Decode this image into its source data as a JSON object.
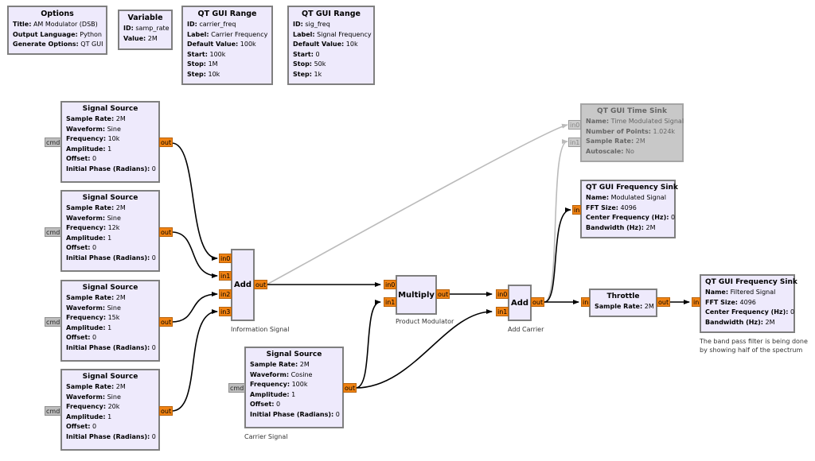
{
  "variables": {
    "options": {
      "title": "Options",
      "params": [
        [
          "Title:",
          "AM Modulator (DSB)"
        ],
        [
          "Output Language:",
          "Python"
        ],
        [
          "Generate Options:",
          "QT GUI"
        ]
      ]
    },
    "samp_rate": {
      "title": "Variable",
      "params": [
        [
          "ID:",
          "samp_rate"
        ],
        [
          "Value:",
          "2M"
        ]
      ]
    },
    "carrier_range": {
      "title": "QT GUI Range",
      "params": [
        [
          "ID:",
          "carrier_freq"
        ],
        [
          "Label:",
          "Carrier Frequency"
        ],
        [
          "Default Value:",
          "100k"
        ],
        [
          "Start:",
          "100k"
        ],
        [
          "Stop:",
          "1M"
        ],
        [
          "Step:",
          "10k"
        ]
      ]
    },
    "sig_range": {
      "title": "QT GUI Range",
      "params": [
        [
          "ID:",
          "sig_freq"
        ],
        [
          "Label:",
          "Signal Frequency"
        ],
        [
          "Default Value:",
          "10k"
        ],
        [
          "Start:",
          "0"
        ],
        [
          "Stop:",
          "50k"
        ],
        [
          "Step:",
          "1k"
        ]
      ]
    }
  },
  "sources": [
    {
      "title": "Signal Source",
      "params": [
        [
          "Sample Rate:",
          "2M"
        ],
        [
          "Waveform:",
          "Sine"
        ],
        [
          "Frequency:",
          "10k"
        ],
        [
          "Amplitude:",
          "1"
        ],
        [
          "Offset:",
          "0"
        ],
        [
          "Initial Phase (Radians):",
          "0"
        ]
      ]
    },
    {
      "title": "Signal Source",
      "params": [
        [
          "Sample Rate:",
          "2M"
        ],
        [
          "Waveform:",
          "Sine"
        ],
        [
          "Frequency:",
          "12k"
        ],
        [
          "Amplitude:",
          "1"
        ],
        [
          "Offset:",
          "0"
        ],
        [
          "Initial Phase (Radians):",
          "0"
        ]
      ]
    },
    {
      "title": "Signal Source",
      "params": [
        [
          "Sample Rate:",
          "2M"
        ],
        [
          "Waveform:",
          "Sine"
        ],
        [
          "Frequency:",
          "15k"
        ],
        [
          "Amplitude:",
          "1"
        ],
        [
          "Offset:",
          "0"
        ],
        [
          "Initial Phase (Radians):",
          "0"
        ]
      ]
    },
    {
      "title": "Signal Source",
      "params": [
        [
          "Sample Rate:",
          "2M"
        ],
        [
          "Waveform:",
          "Sine"
        ],
        [
          "Frequency:",
          "20k"
        ],
        [
          "Amplitude:",
          "1"
        ],
        [
          "Offset:",
          "0"
        ],
        [
          "Initial Phase (Radians):",
          "0"
        ]
      ]
    }
  ],
  "carrier_source": {
    "title": "Signal Source",
    "params": [
      [
        "Sample Rate:",
        "2M"
      ],
      [
        "Waveform:",
        "Cosine"
      ],
      [
        "Frequency:",
        "100k"
      ],
      [
        "Amplitude:",
        "1"
      ],
      [
        "Offset:",
        "0"
      ],
      [
        "Initial Phase (Radians):",
        "0"
      ]
    ],
    "comment": "Carrier Signal"
  },
  "add_info": {
    "title": "Add",
    "comment": "Information Signal"
  },
  "multiply": {
    "title": "Multiply",
    "comment": "Product Modulator"
  },
  "add_carrier": {
    "title": "Add",
    "comment": "Add Carrier"
  },
  "time_sink": {
    "title": "QT GUI Time Sink",
    "params": [
      [
        "Name:",
        "Time Modulated Signal"
      ],
      [
        "Number of Points:",
        "1.024k"
      ],
      [
        "Sample Rate:",
        "2M"
      ],
      [
        "Autoscale:",
        "No"
      ]
    ],
    "disabled": true
  },
  "freq_sink_mod": {
    "title": "QT GUI Frequency Sink",
    "params": [
      [
        "Name:",
        "Modulated Signal"
      ],
      [
        "FFT Size:",
        "4096"
      ],
      [
        "Center Frequency (Hz):",
        "0"
      ],
      [
        "Bandwidth (Hz):",
        "2M"
      ]
    ]
  },
  "throttle": {
    "title": "Throttle",
    "params": [
      [
        "Sample Rate:",
        "2M"
      ]
    ]
  },
  "freq_sink_filt": {
    "title": "QT GUI Frequency Sink",
    "params": [
      [
        "Name:",
        "Filtered Signal"
      ],
      [
        "FFT Size:",
        "4096"
      ],
      [
        "Center Frequency (Hz):",
        "0"
      ],
      [
        "Bandwidth (Hz):",
        "2M"
      ]
    ],
    "comment_lines": [
      "The band pass filter is being done",
      "by showing half of the spectrum"
    ]
  },
  "ports": {
    "cmd": "cmd",
    "out": "out",
    "in": "in",
    "in0": "in0",
    "in1": "in1",
    "in2": "in2",
    "in3": "in3"
  },
  "colors": {
    "block_fill": "#eeeafc",
    "block_border": "#7f7f7f",
    "port": "#f08212",
    "disabled_fill": "#c8c8c8",
    "edge": "#000000",
    "edge_disabled": "#bbbbbb"
  }
}
